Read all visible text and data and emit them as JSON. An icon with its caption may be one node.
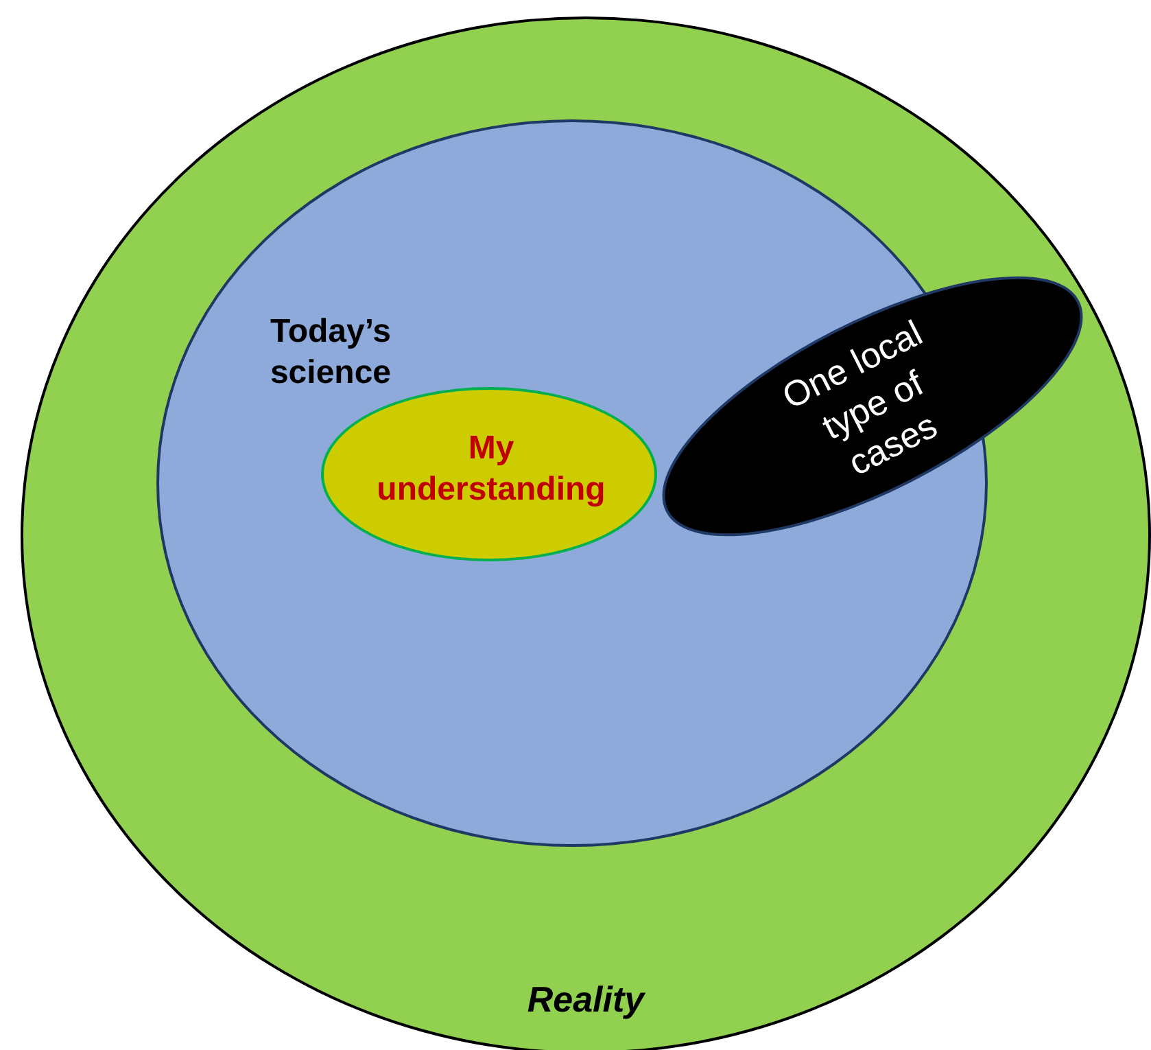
{
  "diagram": {
    "nodes": [
      {
        "text": [
          "Reality"
        ]
      },
      {
        "text": [
          "Today’s science"
        ],
        "in": 0
      },
      {
        "text": [
          "My understanding"
        ],
        "in": 1
      },
      {
        "text": [
          "One local type of cases"
        ],
        "in": 0
      }
    ]
  }
}
